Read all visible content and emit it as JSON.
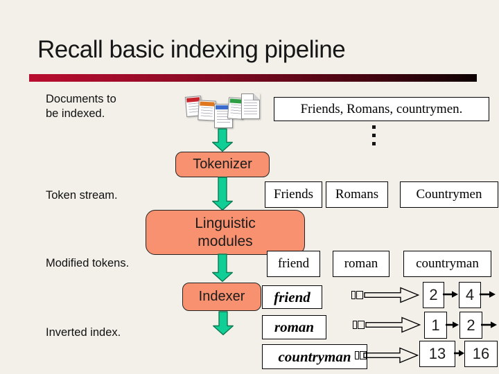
{
  "title": "Recall basic indexing pipeline",
  "colors": {
    "background": "#f2f0e9",
    "accent_bar_left": "#b90d2f",
    "accent_bar_right": "#0d0103",
    "stage_fill": "#f8916f",
    "arrow_fill": "#10ce96",
    "arrow_stroke": "#0d7a50",
    "box_fill": "#ffffff",
    "box_border": "#000000"
  },
  "labels": {
    "documents": "Documents to be indexed.",
    "token_stream": "Token stream.",
    "modified_tokens": "Modified tokens.",
    "inverted_index": "Inverted index."
  },
  "input": {
    "sentence": "Friends, Romans, countrymen."
  },
  "stages": [
    {
      "label": "Tokenizer"
    },
    {
      "label": "Linguistic modules"
    },
    {
      "label": "Indexer"
    }
  ],
  "token_stream": [
    "Friends",
    "Romans",
    "Countrymen"
  ],
  "modified_tokens": [
    "friend",
    "roman",
    "countryman"
  ],
  "inverted_index": [
    {
      "term": "friend",
      "postings": [
        "2",
        "4"
      ]
    },
    {
      "term": "roman",
      "postings": [
        "1",
        "2"
      ]
    },
    {
      "term": "countryman",
      "postings": [
        "13",
        "16"
      ]
    }
  ]
}
